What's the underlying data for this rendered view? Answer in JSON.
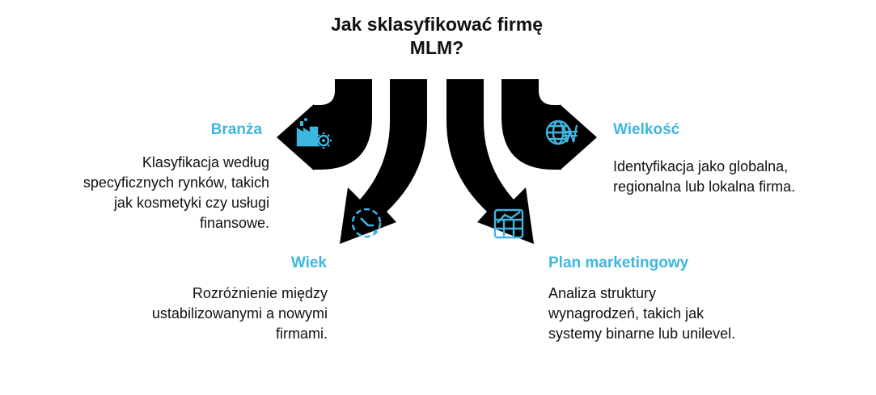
{
  "title": {
    "line1": "Jak sklasyfikować firmę",
    "line2": "MLM?"
  },
  "items": [
    {
      "heading": "Branża",
      "lines": [
        "Klasyfikacja według",
        "specyficznych rynków, takich",
        "jak kosmetyki czy usługi",
        "finansowe."
      ],
      "icon": "factory-gear-icon"
    },
    {
      "heading": "Wiek",
      "lines": [
        "Rozróżnienie między",
        "ustabilizowanymi a nowymi",
        "firmami."
      ],
      "icon": "timer-icon"
    },
    {
      "heading": "Plan marketingowy",
      "lines": [
        "Analiza struktury",
        "wynagrodzeń, takich jak",
        "systemy binarne lub unilevel."
      ],
      "icon": "chart-grid-icon"
    },
    {
      "heading": "Wielkość",
      "lines": [
        "Identyfikacja jako globalna,",
        "regionalna lub lokalna firma."
      ],
      "icon": "globe-currency-icon"
    }
  ],
  "colors": {
    "accent": "#3fb6e0",
    "arrow": "#000000",
    "text": "#111111"
  }
}
